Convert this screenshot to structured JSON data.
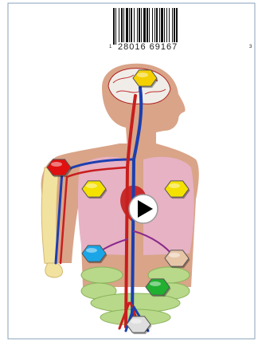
{
  "barcode": {
    "lead_digit": "1",
    "digits": "28016 69167",
    "trail_digit": "3"
  },
  "markers": [
    {
      "name": "brain-marker",
      "color": "#f4d000"
    },
    {
      "name": "arm-marker",
      "color": "#e01010"
    },
    {
      "name": "left-lung-marker",
      "color": "#f4e100"
    },
    {
      "name": "right-lung-marker",
      "color": "#f4e100"
    },
    {
      "name": "liver-marker",
      "color": "#1aa6e6"
    },
    {
      "name": "kidney-marker",
      "color": "#e7c6a8"
    },
    {
      "name": "intestine-marker",
      "color": "#22b030"
    },
    {
      "name": "pelvis-marker",
      "color": "#dedede"
    }
  ],
  "play_button": {
    "icon": "play-icon"
  }
}
